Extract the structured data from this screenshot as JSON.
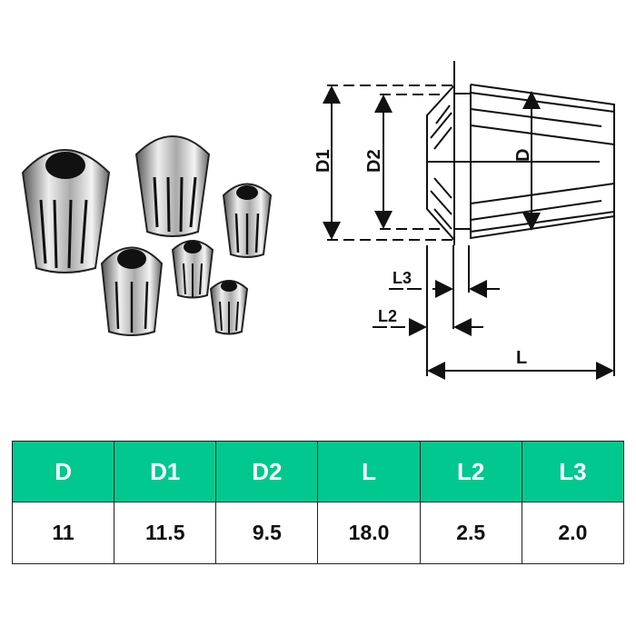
{
  "photo": {
    "alt": "Six ER collets of different sizes"
  },
  "drawing": {
    "labels": {
      "D1": "D1",
      "D2": "D2",
      "D": "D",
      "L": "L",
      "L2": "L2",
      "L3": "L3"
    }
  },
  "table": {
    "headers": [
      "D",
      "D1",
      "D2",
      "L",
      "L2",
      "L3"
    ],
    "values": [
      "11",
      "11.5",
      "9.5",
      "18.0",
      "2.5",
      "2.0"
    ],
    "header_color": "#00c88f"
  }
}
